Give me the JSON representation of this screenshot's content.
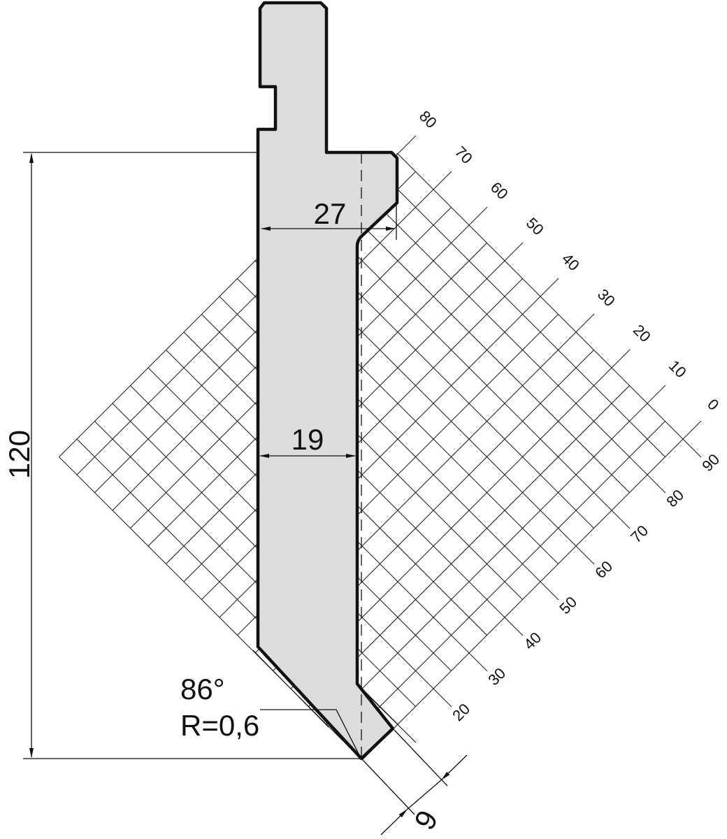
{
  "drawing": {
    "colors": {
      "punch_fill": "#dcdcdc",
      "outline": "#111111",
      "grid": "#222222"
    },
    "dimensions": {
      "height": "120",
      "shoulder_width": "27",
      "body_width": "19",
      "tip_width": "9",
      "angle": "86°",
      "radius": "R=0,6"
    },
    "grid": {
      "upper_labels": [
        "0",
        "10",
        "20",
        "30",
        "40",
        "50",
        "60",
        "70",
        "80"
      ],
      "lower_labels": [
        "90",
        "80",
        "70",
        "60",
        "50",
        "40",
        "30",
        "20"
      ]
    }
  }
}
